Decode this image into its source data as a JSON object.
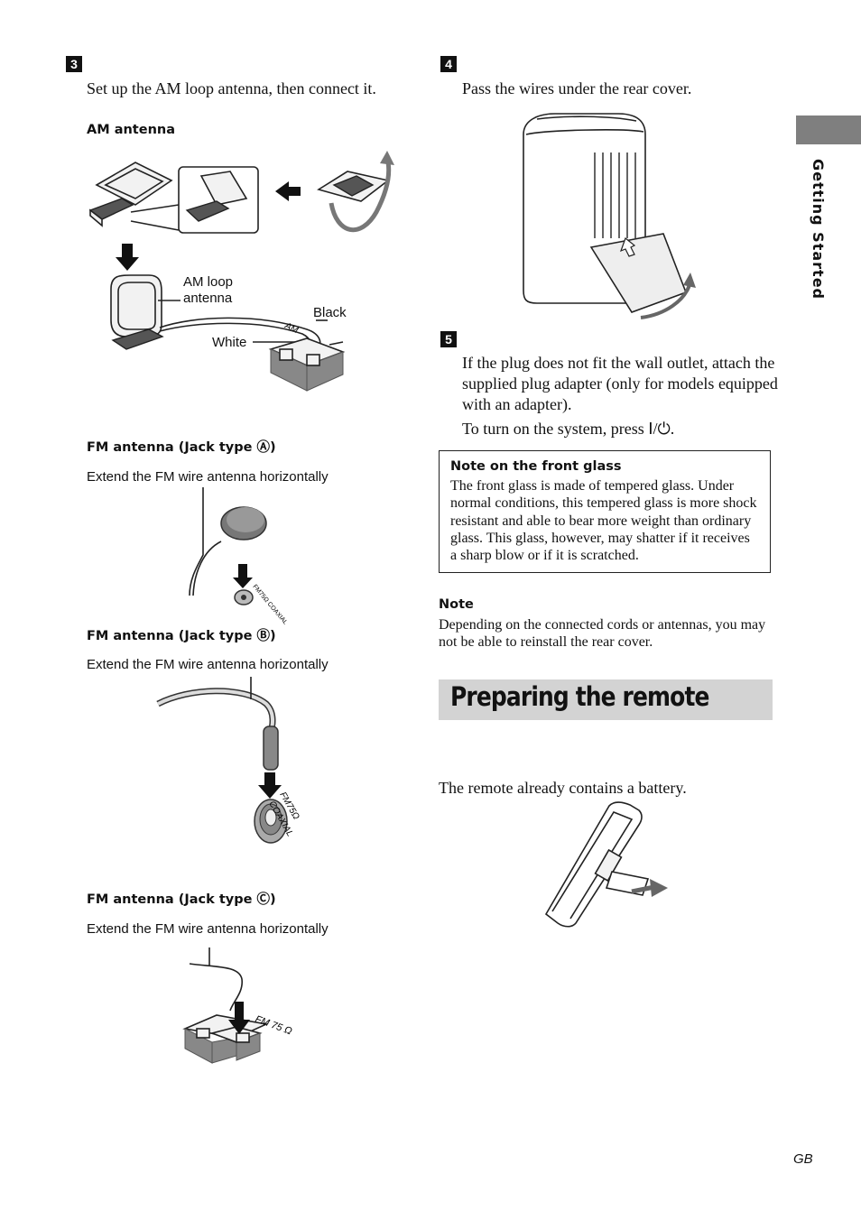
{
  "steps": {
    "s3": {
      "num": "3",
      "text": "Set up the AM loop antenna, then connect it."
    },
    "s4": {
      "num": "4",
      "text": "Pass the wires under the rear cover."
    },
    "s5": {
      "num": "5",
      "text": "If the plug does not fit the wall outlet, attach the supplied plug adapter (only for models equipped with an adapter).",
      "text2": "To turn on the system, press Ⅰ/⏻."
    }
  },
  "am": {
    "heading": "AM antenna",
    "label_loop_1": "AM loop",
    "label_loop_2": "antenna",
    "label_black": "Black",
    "label_white": "White",
    "jack_text": "AM"
  },
  "fm_a": {
    "heading": "FM antenna (Jack type Ⓐ)",
    "caption": "Extend the FM wire antenna horizontally",
    "jack_text": "FM75Ω COAXIAL"
  },
  "fm_b": {
    "heading": "FM antenna (Jack type Ⓑ)",
    "caption": "Extend the FM wire antenna horizontally",
    "jack_text_1": "FM75Ω",
    "jack_text_2": "COAXIAL"
  },
  "fm_c": {
    "heading": "FM antenna (Jack type Ⓒ)",
    "caption": "Extend the FM wire antenna horizontally",
    "jack_text": "FM 75 Ω"
  },
  "note_glass": {
    "title": "Note on the front glass",
    "body": "The front glass is made of tempered glass. Under normal conditions, this tempered glass is more shock resistant and able to bear more weight than ordinary glass. This glass, however, may shatter if it receives a sharp blow or if it is scratched."
  },
  "note": {
    "title": "Note",
    "body": "Depending on the connected cords or antennas, you may not be able to reinstall the rear cover."
  },
  "section": {
    "title": "Preparing the remote",
    "text": "The remote already contains a battery."
  },
  "sidebar": {
    "label": "Getting Started"
  },
  "footer": {
    "page_code": "GB"
  }
}
